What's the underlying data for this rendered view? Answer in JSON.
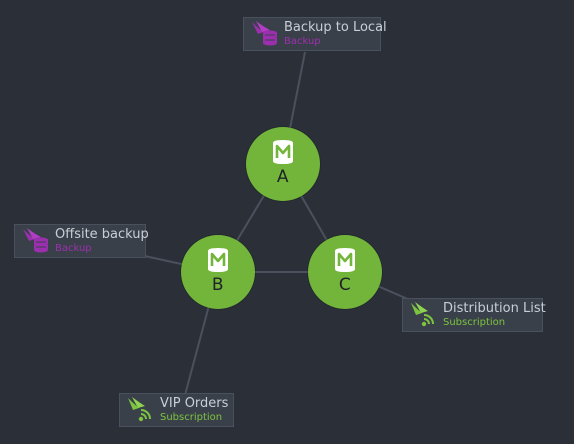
{
  "colors": {
    "background": "#2b3038",
    "node_fill": "#72b53a",
    "backup_accent": "#9b2fae",
    "subscription_accent": "#7cc43f",
    "edge": "#4a515c"
  },
  "nodes": [
    {
      "id": "A",
      "label": "A",
      "icon": "database-m-icon"
    },
    {
      "id": "B",
      "label": "B",
      "icon": "database-m-icon"
    },
    {
      "id": "C",
      "label": "C",
      "icon": "database-m-icon"
    }
  ],
  "tasks": [
    {
      "name": "Backup to Local",
      "type": "Backup",
      "icon": "backup-icon",
      "attached_to": "A"
    },
    {
      "name": "Offsite backup",
      "type": "Backup",
      "icon": "backup-icon",
      "attached_to": "B"
    },
    {
      "name": "Distribution List",
      "type": "Subscription",
      "icon": "subscription-icon",
      "attached_to": "C"
    },
    {
      "name": "VIP Orders",
      "type": "Subscription",
      "icon": "subscription-icon",
      "attached_to": "B"
    }
  ]
}
